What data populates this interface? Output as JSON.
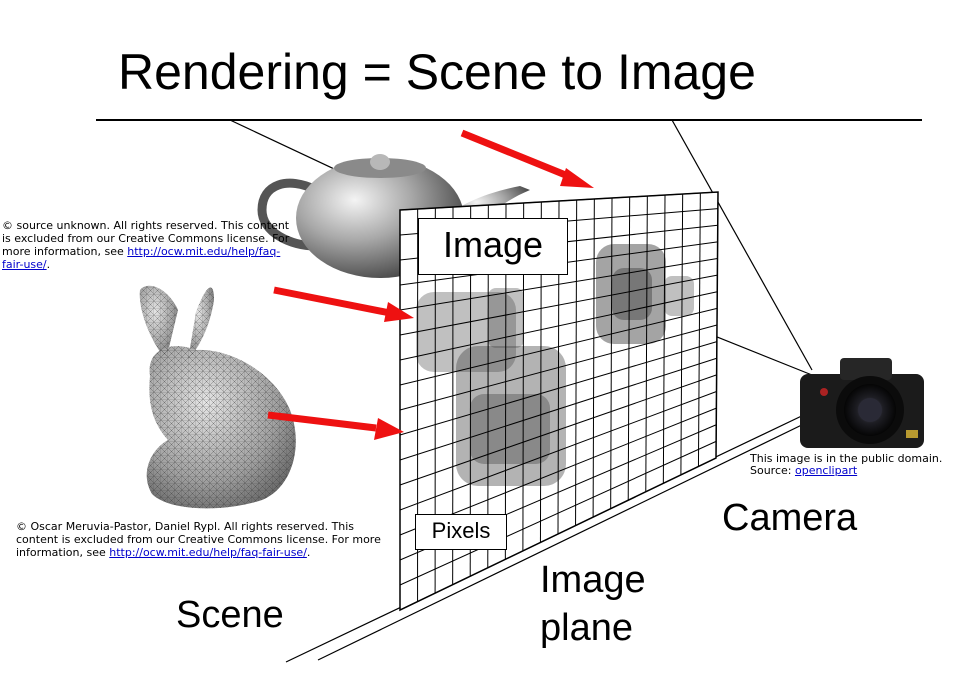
{
  "title": "Rendering = Scene to Image",
  "labels": {
    "image_box": "Image",
    "pixels_box": "Pixels",
    "scene": "Scene",
    "camera": "Camera",
    "image_plane_line1": "Image",
    "image_plane_line2": "plane"
  },
  "credits": {
    "teapot": {
      "text": "© source unknown. All rights reserved. This content is excluded from our Creative Commons license. For more information, see",
      "link": "http://ocw.mit.edu/help/faq-fair-use/",
      "tail": "."
    },
    "bunny": {
      "text": "© Oscar Meruvia-Pastor, Daniel Rypl. All rights  reserved. This content is excluded from our Creative Commons license. For more information, see",
      "link": "http://ocw.mit.edu/help/faq-fair-use/",
      "tail": "."
    },
    "camera": {
      "line1": "This image is in the public domain.",
      "source_prefix": "Source: ",
      "link": "openclipart"
    }
  },
  "camera_text": "Camera",
  "colors": {
    "arrow": "#ee1111",
    "grid": "#000000",
    "background": "#ffffff"
  }
}
